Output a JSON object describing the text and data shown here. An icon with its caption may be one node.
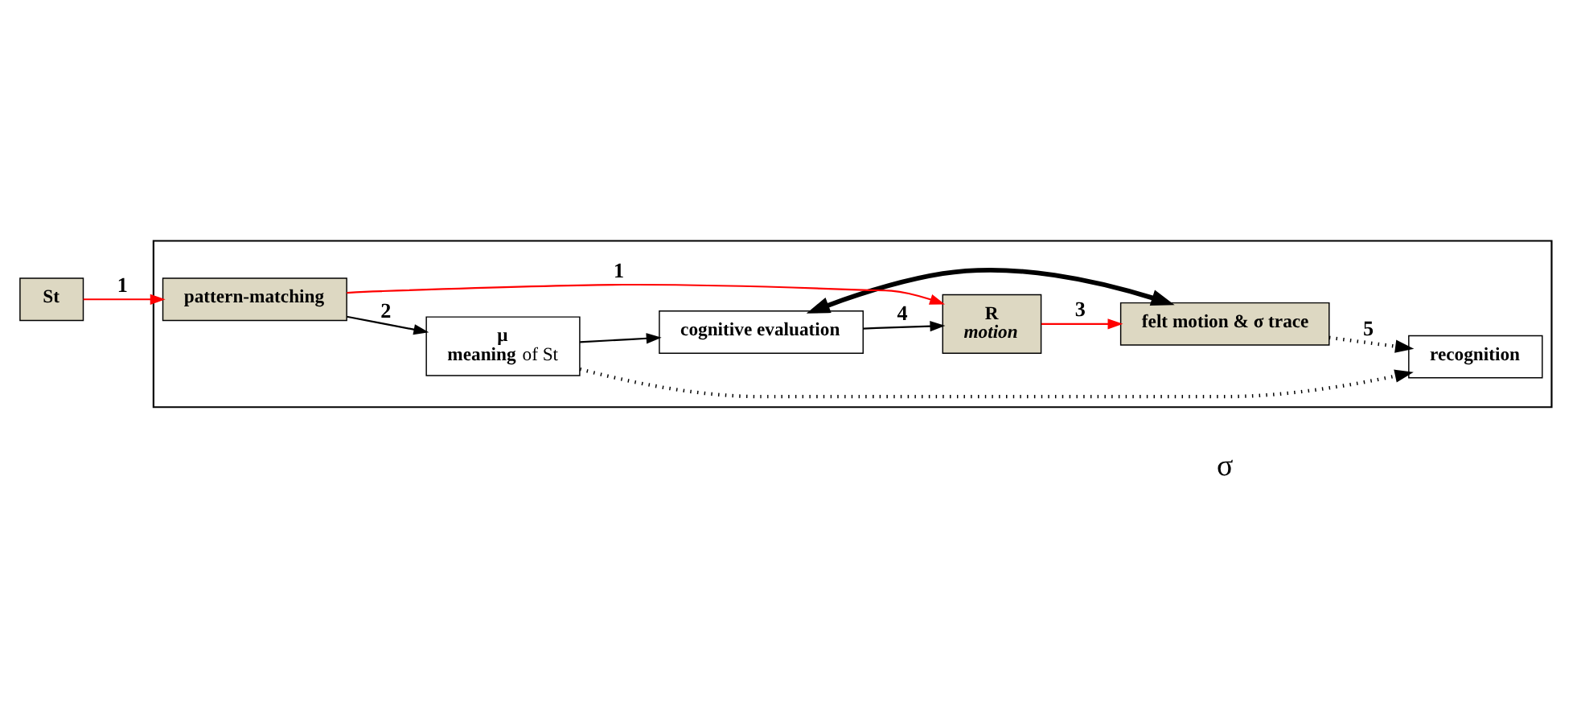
{
  "diagram": {
    "nodes": [
      {
        "text": [],
        "shape": "box"
      },
      {
        "text": [
          "St"
        ]
      },
      {
        "text": [
          "recognition"
        ],
        "in": 0
      },
      {
        "text": [
          "μ",
          "**meaning** of St"
        ],
        "in": 0
      },
      {
        "text": [
          "cognitive evaluation"
        ],
        "in": 0
      },
      {
        "text": [
          "felt motion & σ trace"
        ],
        "in": 0
      },
      {
        "text": [
          "pattern-matching"
        ],
        "in": 0
      },
      {
        "text": [
          "R",
          "motion"
        ],
        "in": 0
      }
    ],
    "edges": [
      {
        "from": 1,
        "to": 6,
        "arrow": "to",
        "label": "1",
        "color": "#ff0000"
      },
      {
        "from": 6,
        "to": 3,
        "arrow": "to",
        "label": "2"
      },
      {
        "from": 3,
        "to": 2,
        "arrow": "to",
        "style": "dashed"
      },
      {
        "from": 3,
        "to": 4,
        "arrow": "to"
      },
      {
        "from": 4,
        "to": 5,
        "arrow": "both",
        "style": "thick"
      },
      {
        "from": 4,
        "to": 7,
        "arrow": "to",
        "label": "4"
      },
      {
        "from": 6,
        "to": 7,
        "arrow": "to",
        "label": "1",
        "color": "#ff0000"
      },
      {
        "from": 7,
        "to": 5,
        "arrow": "to",
        "label": "3",
        "color": "#ff0000"
      },
      {
        "from": 5,
        "to": 2,
        "arrow": "to",
        "label": "5",
        "style": "dashed"
      }
    ],
    "labels": [
      "σ"
    ]
  }
}
